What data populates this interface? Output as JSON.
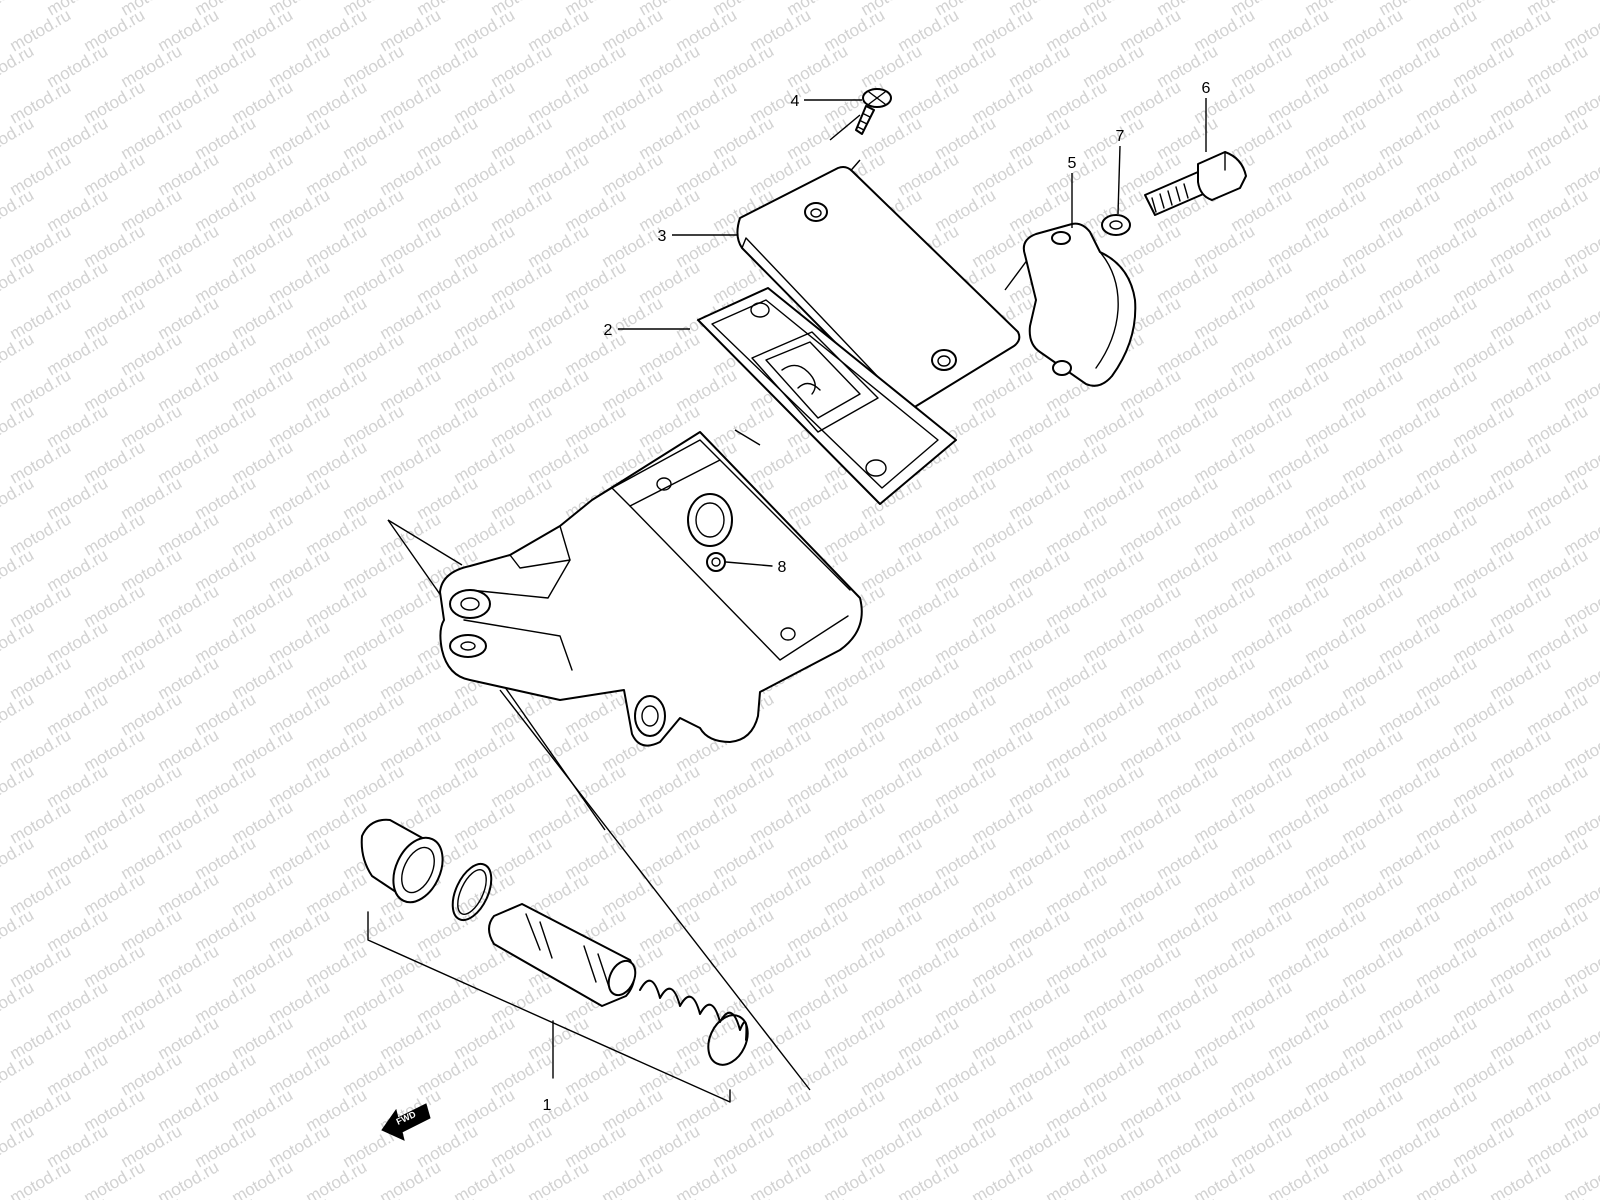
{
  "watermark": {
    "text": "motod.ru"
  },
  "callouts": [
    {
      "id": "1",
      "label": "1"
    },
    {
      "id": "2",
      "label": "2"
    },
    {
      "id": "3",
      "label": "3"
    },
    {
      "id": "4",
      "label": "4"
    },
    {
      "id": "5",
      "label": "5"
    },
    {
      "id": "6",
      "label": "6"
    },
    {
      "id": "7",
      "label": "7"
    },
    {
      "id": "8",
      "label": "8"
    }
  ],
  "direction_marker": {
    "label": "FWD",
    "icon": "fwd-arrow-icon"
  }
}
